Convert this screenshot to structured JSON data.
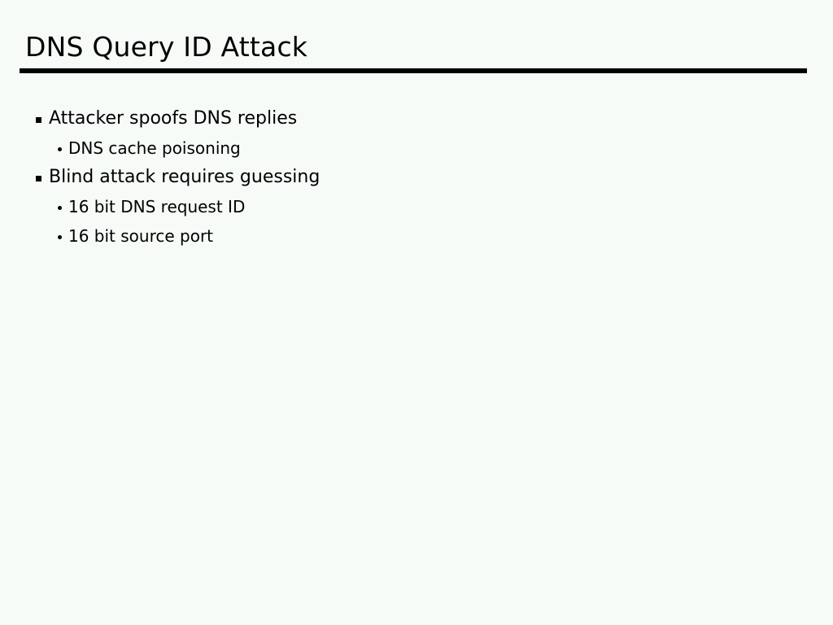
{
  "slide": {
    "title": "DNS Query ID Attack",
    "background_color": "#f6fbf8",
    "text_color": "#000000",
    "rule_color": "#000000",
    "bullets": [
      {
        "level": 1,
        "marker": "square-bullet",
        "text": "Attacker spoofs DNS replies"
      },
      {
        "level": 2,
        "marker": "dot-bullet",
        "text": "DNS cache poisoning"
      },
      {
        "level": 1,
        "marker": "square-bullet",
        "text": "Blind attack requires guessing"
      },
      {
        "level": 2,
        "marker": "dot-bullet",
        "text": "16 bit DNS request ID"
      },
      {
        "level": 2,
        "marker": "dot-bullet",
        "text": "16 bit source port"
      }
    ]
  }
}
